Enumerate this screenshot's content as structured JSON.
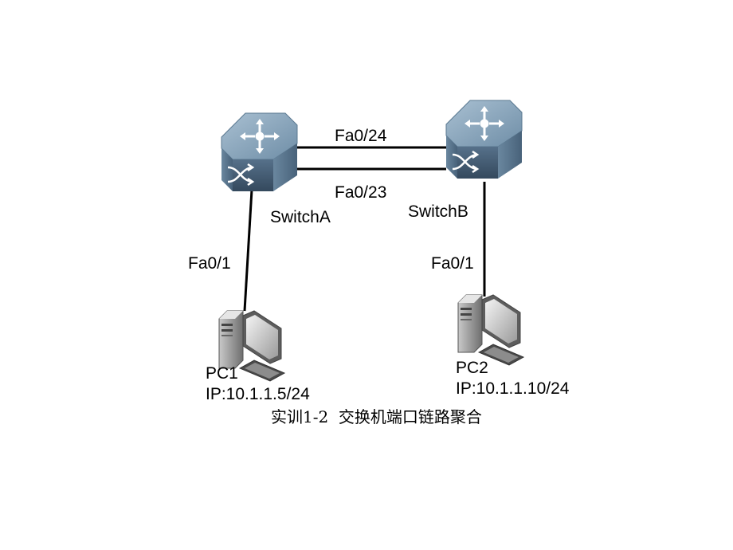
{
  "links": {
    "trunk_top": "Fa0/24",
    "trunk_bottom": "Fa0/23",
    "switch_a_port": "Fa0/1",
    "switch_b_port": "Fa0/1"
  },
  "devices": {
    "switch_a": {
      "name": "SwitchA",
      "icon": "switch-icon"
    },
    "switch_b": {
      "name": "SwitchB",
      "icon": "switch-icon"
    },
    "pc1": {
      "name": "PC1",
      "ip": "IP:10.1.1.5/24",
      "icon": "desktop-pc-icon"
    },
    "pc2": {
      "name": "PC2",
      "ip": "IP:10.1.1.10/24",
      "icon": "desktop-pc-icon"
    }
  },
  "caption": "实训1-2  交换机端口链路聚合",
  "colors": {
    "switch_top": "#7d9bb3",
    "switch_side": "#4f6b84",
    "switch_front": "#3b556c",
    "link": "#000000"
  }
}
